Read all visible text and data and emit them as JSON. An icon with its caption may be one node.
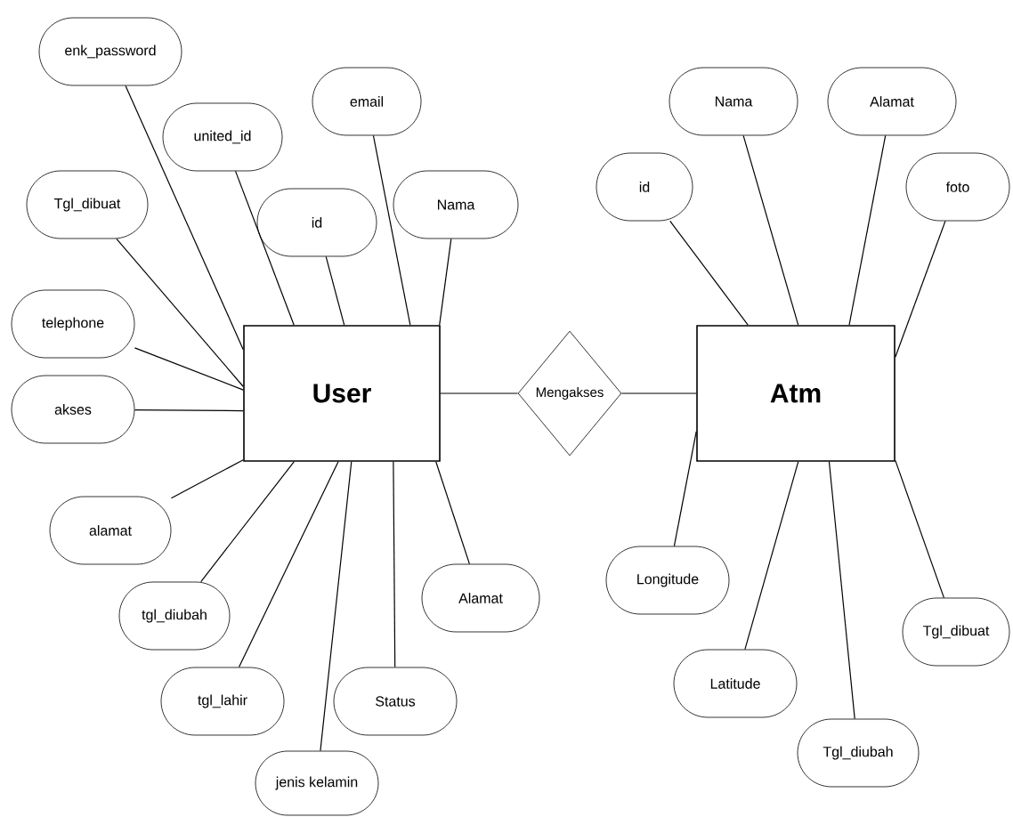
{
  "diagram": {
    "nodes": [
      {
        "text": [
          "User"
        ]
      },
      {
        "text": [
          "enk_password"
        ]
      },
      {
        "text": [
          "united_id"
        ]
      },
      {
        "text": [
          "email"
        ]
      },
      {
        "text": [
          "Tgl_dibuat"
        ]
      },
      {
        "text": [
          "id"
        ]
      },
      {
        "text": [
          "Nama"
        ]
      },
      {
        "text": [
          "telephone"
        ]
      },
      {
        "text": [
          "akses"
        ]
      },
      {
        "text": [
          "alamat"
        ]
      },
      {
        "text": [
          "tgl_diubah"
        ]
      },
      {
        "text": [
          "tgl_lahir"
        ]
      },
      {
        "text": [
          "Status"
        ]
      },
      {
        "text": [
          "jenis kelamin"
        ]
      },
      {
        "text": [
          "Alamat"
        ]
      },
      {
        "text": [
          "Mengakses"
        ]
      },
      {
        "text": [
          "Atm"
        ]
      },
      {
        "text": [
          "Nama"
        ]
      },
      {
        "text": [
          "Alamat"
        ]
      },
      {
        "text": [
          "id"
        ]
      },
      {
        "text": [
          "foto"
        ]
      },
      {
        "text": [
          "Longitude"
        ]
      },
      {
        "text": [
          "Tgl_dibuat"
        ]
      },
      {
        "text": [
          "Latitude"
        ]
      },
      {
        "text": [
          "Tgl_diubah"
        ]
      }
    ],
    "edges": [
      {
        "from": 1,
        "to": 0,
        "arrow": "none"
      },
      {
        "from": 2,
        "to": 0,
        "arrow": "none"
      },
      {
        "from": 3,
        "to": 0,
        "arrow": "none"
      },
      {
        "from": 4,
        "to": 0,
        "arrow": "none"
      },
      {
        "from": 5,
        "to": 0,
        "arrow": "none"
      },
      {
        "from": 6,
        "to": 0,
        "arrow": "none"
      },
      {
        "from": 7,
        "to": 0,
        "arrow": "none"
      },
      {
        "from": 8,
        "to": 0,
        "arrow": "none"
      },
      {
        "from": 9,
        "to": 0,
        "arrow": "none"
      },
      {
        "from": 10,
        "to": 0,
        "arrow": "none"
      },
      {
        "from": 11,
        "to": 0,
        "arrow": "none"
      },
      {
        "from": 12,
        "to": 0,
        "arrow": "none"
      },
      {
        "from": 13,
        "to": 0,
        "arrow": "none"
      },
      {
        "from": 14,
        "to": 0,
        "arrow": "none"
      },
      {
        "from": 0,
        "to": 15,
        "arrow": "none"
      },
      {
        "from": 15,
        "to": 16,
        "arrow": "none"
      },
      {
        "from": 17,
        "to": 16,
        "arrow": "none"
      },
      {
        "from": 18,
        "to": 16,
        "arrow": "none"
      },
      {
        "from": 19,
        "to": 16,
        "arrow": "none"
      },
      {
        "from": 20,
        "to": 16,
        "arrow": "none"
      },
      {
        "from": 21,
        "to": 16,
        "arrow": "none"
      },
      {
        "from": 22,
        "to": 16,
        "arrow": "none"
      },
      {
        "from": 23,
        "to": 16,
        "arrow": "none"
      },
      {
        "from": 24,
        "to": 16,
        "arrow": "none"
      }
    ]
  }
}
